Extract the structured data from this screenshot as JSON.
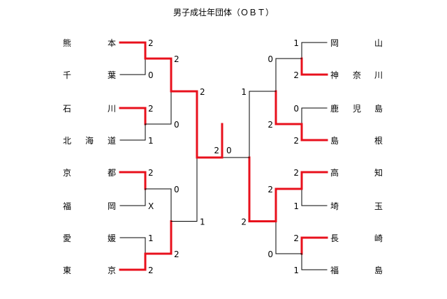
{
  "title": "男子成壮年団体（ＯＢＴ）",
  "colors": {
    "win": "#e8101c",
    "lose": "#000000",
    "background": "#ffffff"
  },
  "left_teams": [
    {
      "a": "熊",
      "b": "",
      "c": "本"
    },
    {
      "a": "千",
      "b": "",
      "c": "葉"
    },
    {
      "a": "石",
      "b": "",
      "c": "川"
    },
    {
      "a": "北",
      "b": "海",
      "c": "道"
    },
    {
      "a": "京",
      "b": "",
      "c": "都"
    },
    {
      "a": "福",
      "b": "",
      "c": "岡"
    },
    {
      "a": "愛",
      "b": "",
      "c": "媛"
    },
    {
      "a": "東",
      "b": "",
      "c": "京"
    }
  ],
  "right_teams": [
    {
      "a": "岡",
      "b": "",
      "c": "山"
    },
    {
      "a": "神",
      "b": "奈",
      "c": "川"
    },
    {
      "a": "鹿",
      "b": "児",
      "c": "島"
    },
    {
      "a": "島",
      "b": "",
      "c": "根"
    },
    {
      "a": "高",
      "b": "",
      "c": "知"
    },
    {
      "a": "埼",
      "b": "",
      "c": "玉"
    },
    {
      "a": "長",
      "b": "",
      "c": "崎"
    },
    {
      "a": "福",
      "b": "",
      "c": "島"
    }
  ],
  "left_r1_scores": [
    "2",
    "0",
    "2",
    "1",
    "2",
    "X",
    "1",
    "2"
  ],
  "right_r1_scores": [
    "1",
    "2",
    "0",
    "2",
    "2",
    "1",
    "2",
    "1"
  ],
  "left_r2_scores": [
    "2",
    "0",
    "0",
    "2"
  ],
  "right_r2_scores": [
    "0",
    "2",
    "2",
    "0"
  ],
  "left_semi_scores": [
    "2",
    "1"
  ],
  "right_semi_scores": [
    "1",
    "2"
  ],
  "final_scores": {
    "left": "2",
    "right": "0"
  }
}
